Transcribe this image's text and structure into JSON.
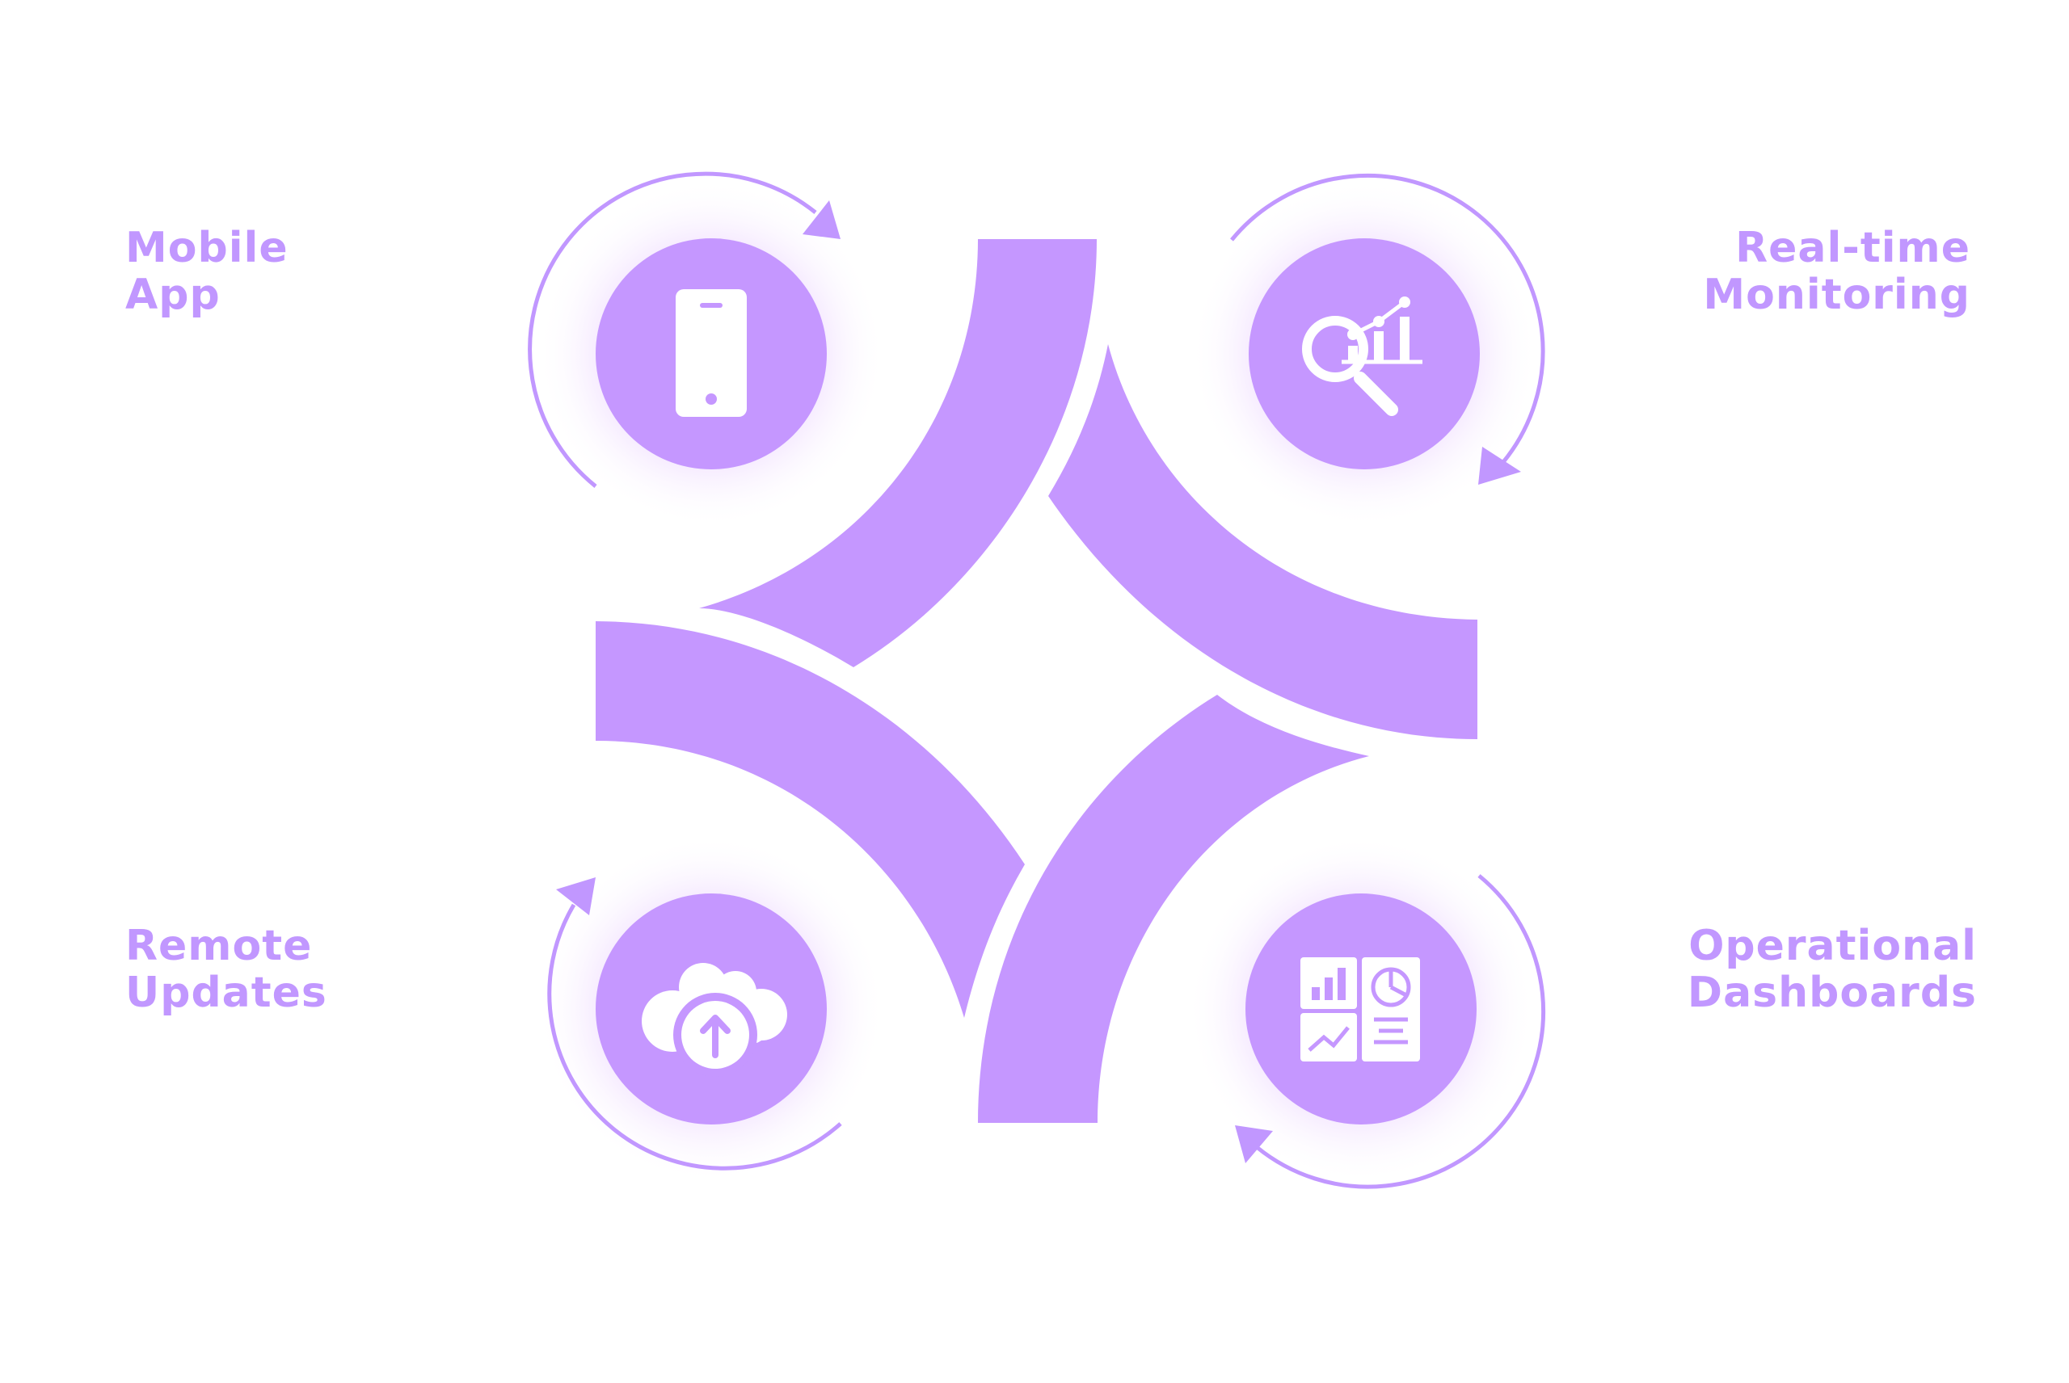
{
  "items": [
    {
      "line1": "Mobile",
      "line2": "App",
      "icon": "mobile-phone-icon"
    },
    {
      "line1": "Real-time",
      "line2": "Monitoring",
      "icon": "analytics-search-icon"
    },
    {
      "line1": "Remote",
      "line2": "Updates",
      "icon": "cloud-upload-icon"
    },
    {
      "line1": "Operational",
      "line2": "Dashboards",
      "icon": "dashboard-icon"
    }
  ],
  "colors": {
    "accent": "#c197ff",
    "glow": "#f1ddff",
    "background": "#ffffff",
    "icon": "#ffffff"
  }
}
